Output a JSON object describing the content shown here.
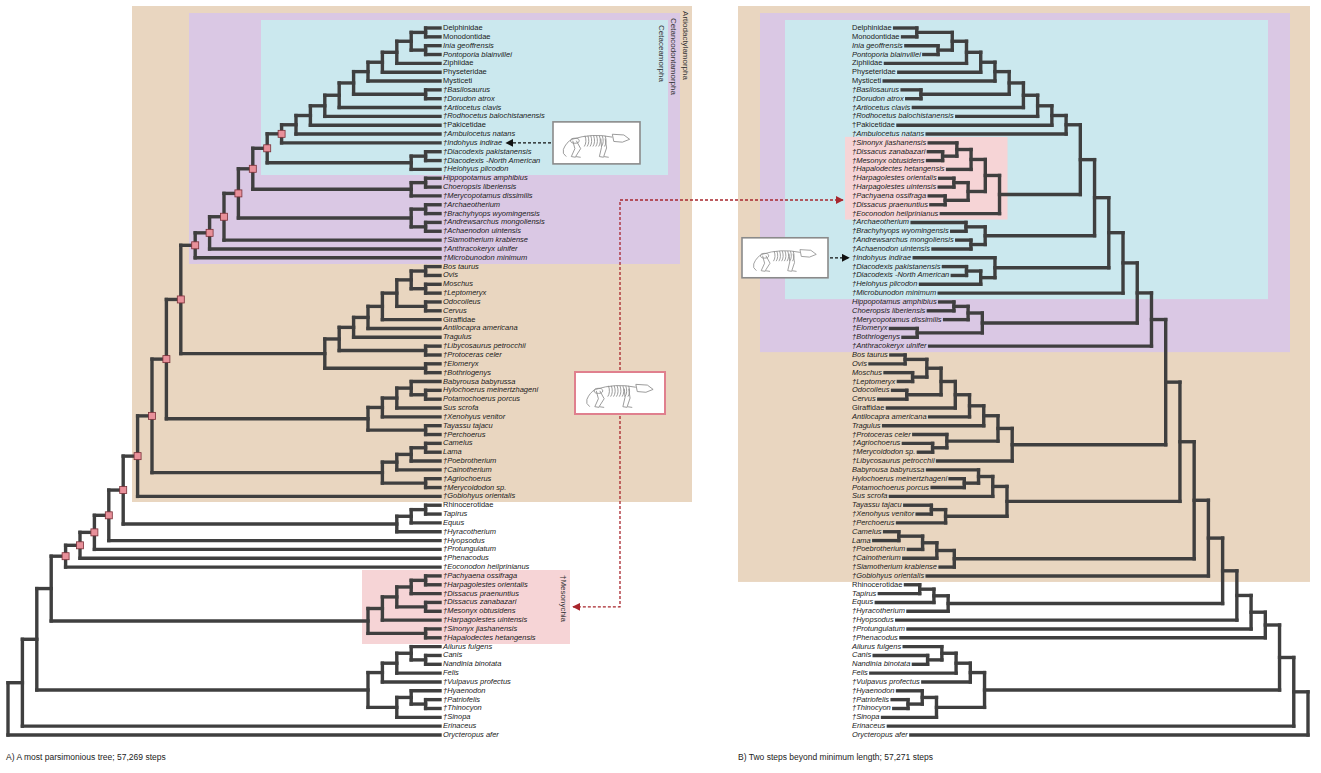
{
  "diagram": {
    "nodes": [
      {
        "text": [
          "Artiodactylamorpha"
        ]
      },
      {
        "text": [
          "Cetancodontamorpha"
        ],
        "in": 0
      },
      {
        "text": [
          "Cetaceamorpha"
        ],
        "in": 1
      },
      {
        "text": [
          "†Mesonychia"
        ]
      }
    ],
    "labels": [
      "Delphinidae",
      "Monodontidae",
      "Inia geoffrensis",
      "Pontoporia blainvillei",
      "Ziphiidae",
      "Physeteridae",
      "Mysticeti",
      "†Basilosaurus",
      "†Dorudon atrox",
      "†Artiocetus clavis",
      "†Rodhocetus balochistanensis",
      "†Pakicetidae",
      "†Ambulocetus natans",
      "†Indohyus indirae",
      "†Diacodexis pakistanensis",
      "†Diacodexis -North American",
      "†Helohyus plicodon",
      "Hippopotamus amphibius",
      "Choeropsis liberiensis",
      "†Merycopotamus dissimilis",
      "†Archaeotherium",
      "†Brachyhyops wyomingensis",
      "†Andrewsarchus mongoliensis",
      "†Achaenodon uintensis",
      "†Siamotherium krabiense",
      "†Anthracokeryx ulnifer",
      "†Microbunodon minimum",
      "Bos taurus",
      "Ovis",
      "Moschus",
      "†Leptomeryx",
      "Odocoileus",
      "Cervus",
      "Giraffidae",
      "Antilocapra americana",
      "Tragulus",
      "†Libycosaurus petrocchii",
      "†Protoceras celer",
      "†Elomeryx",
      "†Bothriogenys",
      "Babyrousa babyrussa",
      "Hylochoerus meinertzhageni",
      "Potamochoerus porcus",
      "Sus scrofa",
      "†Xenohyus venitor",
      "Tayassu tajacu",
      "†Perchoerus",
      "Camelus",
      "Lama",
      "†Poebrotherium",
      "†Cainotherium",
      "†Agriochoerus",
      "†Merycoidodon sp.",
      "†Gobiohyus orientalis",
      "Rhinocerotidae",
      "Tapirus",
      "Equus",
      "†Hyracotherium",
      "†Hyopsodus",
      "†Protungulatum",
      "†Phenacodus",
      "†Eoconodon heilprinianus",
      "†Pachyaena ossifraga",
      "†Harpagolestes orientalis",
      "†Dissacus praenuntius",
      "†Dissacus zanabazari",
      "†Mesonyx obtusidens",
      "†Harpagolestes uintensis",
      "†Sinonyx jiashanensis",
      "†Hapalodectes hetangensis",
      "Ailurus fulgens",
      "Canis",
      "Nandinia binotata",
      "Felis",
      "†Vulpavus profectus",
      "†Hyaenodon",
      "†Patriofelis",
      "†Thinocyon",
      "†Sinopa",
      "Erinaceus",
      "Orycteropus afer",
      "Delphinidae",
      "Monodontidae",
      "Inia geoffrensis",
      "Pontoporia blainvillei",
      "Ziphiidae",
      "Physeteridae",
      "Mysticeti",
      "†Basilosaurus",
      "†Dorudon atrox",
      "†Artiocetus clavis",
      "†Rodhocetus balochistanensis",
      "†Pakicetidae",
      "†Ambulocetus natans",
      "†Sinonyx jiashanensis",
      "†Dissacus zanabazari",
      "†Mesonyx obtusidens",
      "†Hapalodectes hetangensis",
      "†Harpagolestes orientalis",
      "†Harpagolestes uintensis",
      "†Pachyaena ossifraga",
      "†Dissacus praenuntius",
      "†Eoconodon heilprinianus",
      "†Archaeotherium",
      "†Brachyhyops wyomingensis",
      "†Andrewsarchus mongoliensis",
      "†Achaenodon uintensis",
      "†Indohyus indirae",
      "†Diacodexis pakistanensis",
      "†Diacodexis -North American",
      "†Helohyus plicodon",
      "†Microbunodon minimum",
      "Hippopotamus amphibius",
      "Choeropsis liberiensis",
      "†Merycopotamus dissimilis",
      "†Elomeryx",
      "†Bothriogenys",
      "†Anthracokeryx ulnifer",
      "Bos taurus",
      "Ovis",
      "Moschus",
      "†Leptomeryx",
      "Odocoileus",
      "Cervus",
      "Giraffidae",
      "Antilocapra americana",
      "Tragulus",
      "†Protoceras celer",
      "†Agriochoerus",
      "†Merycoidodon sp.",
      "†Libycosaurus petrocchii",
      "Babyrousa babyrussa",
      "Hylochoerus meinertzhageni",
      "Potamochoerus porcus",
      "Sus scrofa",
      "Tayassu tajacu",
      "†Xenohyus venitor",
      "†Perchoerus",
      "Camelus",
      "Lama",
      "†Poebrotherium",
      "†Cainotherium",
      "†Siamotherium krabiense",
      "†Gobiohyus orientalis",
      "Rhinocerotidae",
      "Tapirus",
      "Equus",
      "†Hyracotherium",
      "†Hyopsodus",
      "†Protungulatum",
      "†Phenacodus",
      "Ailurus fulgens",
      "Canis",
      "Nandinia binotata",
      "Felis",
      "†Vulpavus profectus",
      "†Hyaenodon",
      "†Patriofelis",
      "†Thinocyon",
      "†Sinopa",
      "Erinaceus",
      "Orycteropus afer",
      "A) A most parsimonious tree; 57,269 steps",
      "B) Two steps beyond minimum length; 57,271 steps"
    ]
  }
}
